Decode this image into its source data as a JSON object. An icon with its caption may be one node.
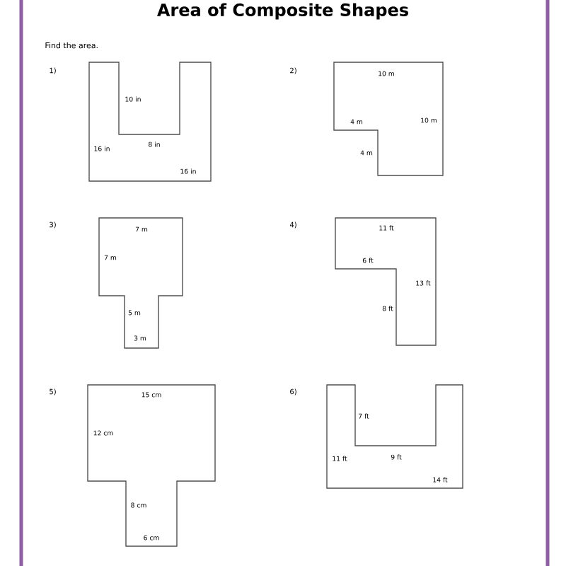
{
  "diagram": {
    "title": "Area of Composite Shapes",
    "labels": [
      "Find the area.",
      "1)",
      "10 in",
      "16 in",
      "8 in",
      "16 in",
      "2)",
      "10 m",
      "4 m",
      "10 m",
      "4 m",
      "3)",
      "7 m",
      "7 m",
      "5 m",
      "3 m",
      "4)",
      "11 ft",
      "6 ft",
      "13 ft",
      "8 ft",
      "5)",
      "15 cm",
      "12 cm",
      "8 cm",
      "6 cm",
      "6)",
      "7 ft",
      "11 ft",
      "9 ft",
      "14 ft"
    ]
  }
}
